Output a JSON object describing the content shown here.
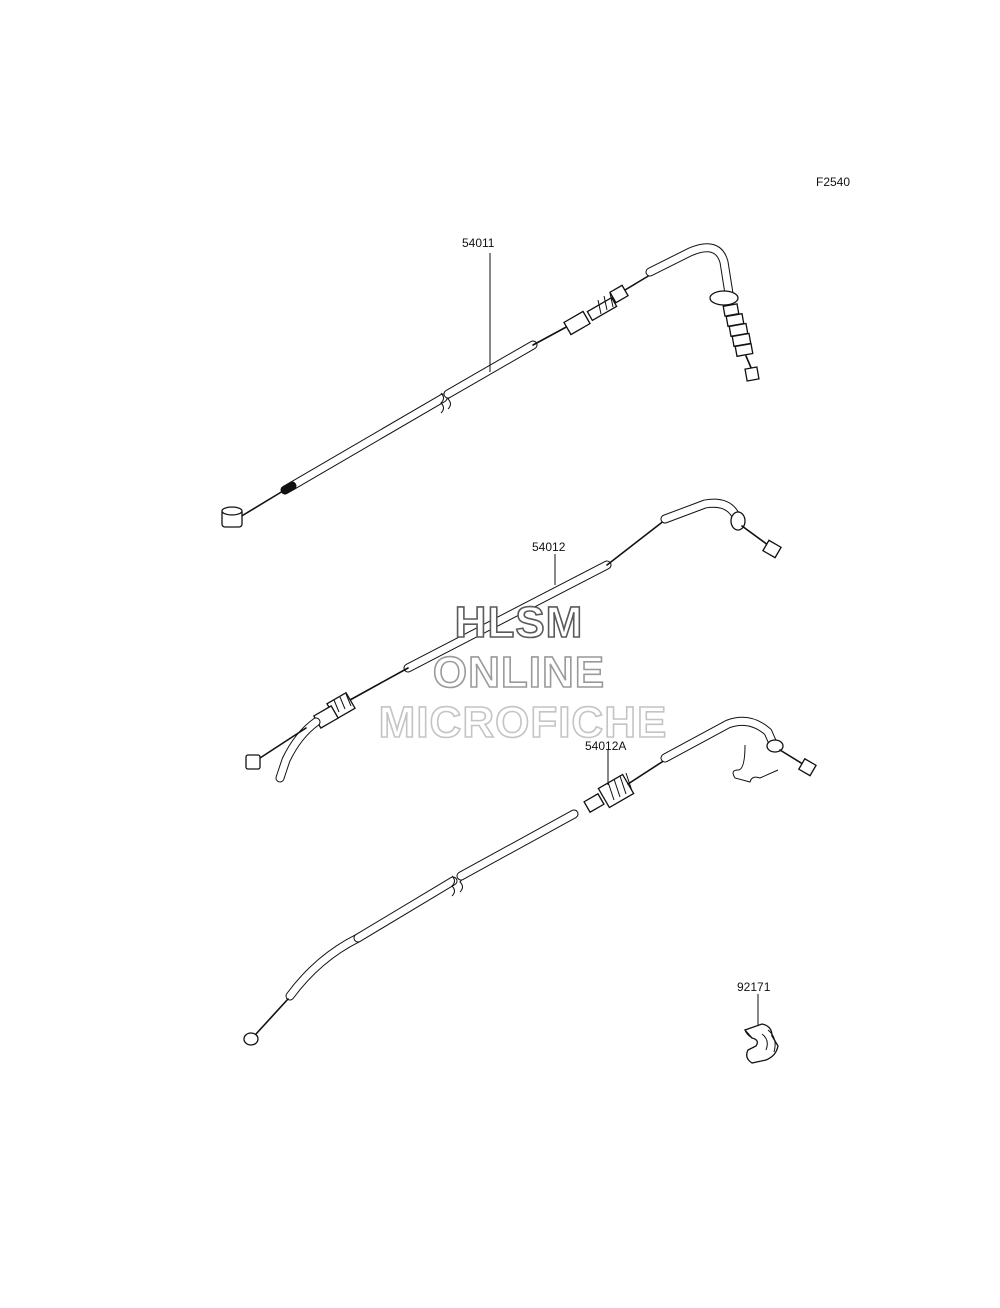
{
  "figure_code": "F2540",
  "parts": [
    {
      "number": "54011"
    },
    {
      "number": "54012"
    },
    {
      "number": "54012A"
    },
    {
      "number": "92171"
    }
  ],
  "watermark": {
    "line1": "HLSM",
    "line2": "ONLINE",
    "line3": "MICROFICHE"
  },
  "colors": {
    "line": "#111111",
    "background": "#ffffff",
    "watermark_dark": "#5a5a5a",
    "watermark_light": "#c4c4c4"
  }
}
